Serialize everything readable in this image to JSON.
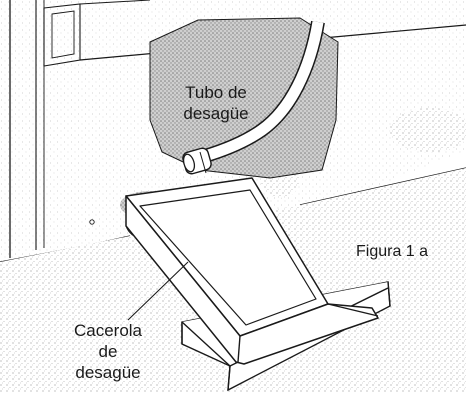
{
  "figure": {
    "caption": "Figura 1 a",
    "labels": {
      "drain_tube": [
        "Tubo de",
        "desagüe"
      ],
      "drain_pan": [
        "Cacerola",
        "de",
        "desagüe"
      ]
    },
    "colors": {
      "line": "#1a1a1a",
      "stipple": "#b9b9b9",
      "shadow": "#8a8a8a",
      "background": "#ffffff"
    }
  }
}
